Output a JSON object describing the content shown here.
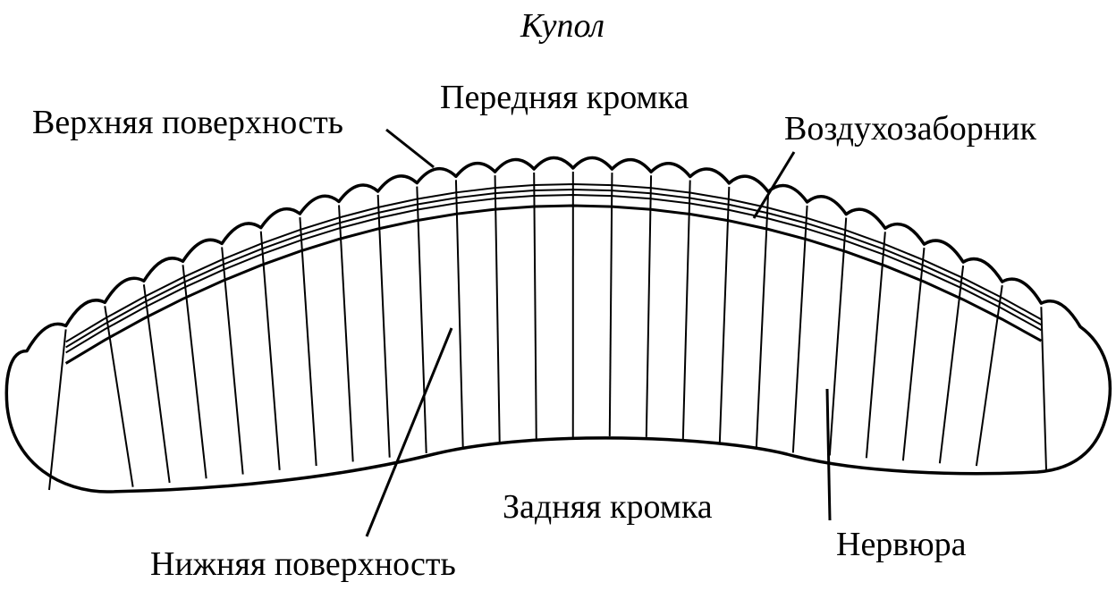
{
  "diagram": {
    "title": "Купол",
    "labels": {
      "upper_surface": "Верхняя поверхность",
      "leading_edge": "Передняя кромка",
      "air_intake": "Воздухозаборник",
      "lower_surface": "Нижняя поверхность",
      "trailing_edge": "Задняя кромка",
      "rib": "Нервюра"
    },
    "colors": {
      "ink": "#000000",
      "background": "#ffffff"
    }
  }
}
